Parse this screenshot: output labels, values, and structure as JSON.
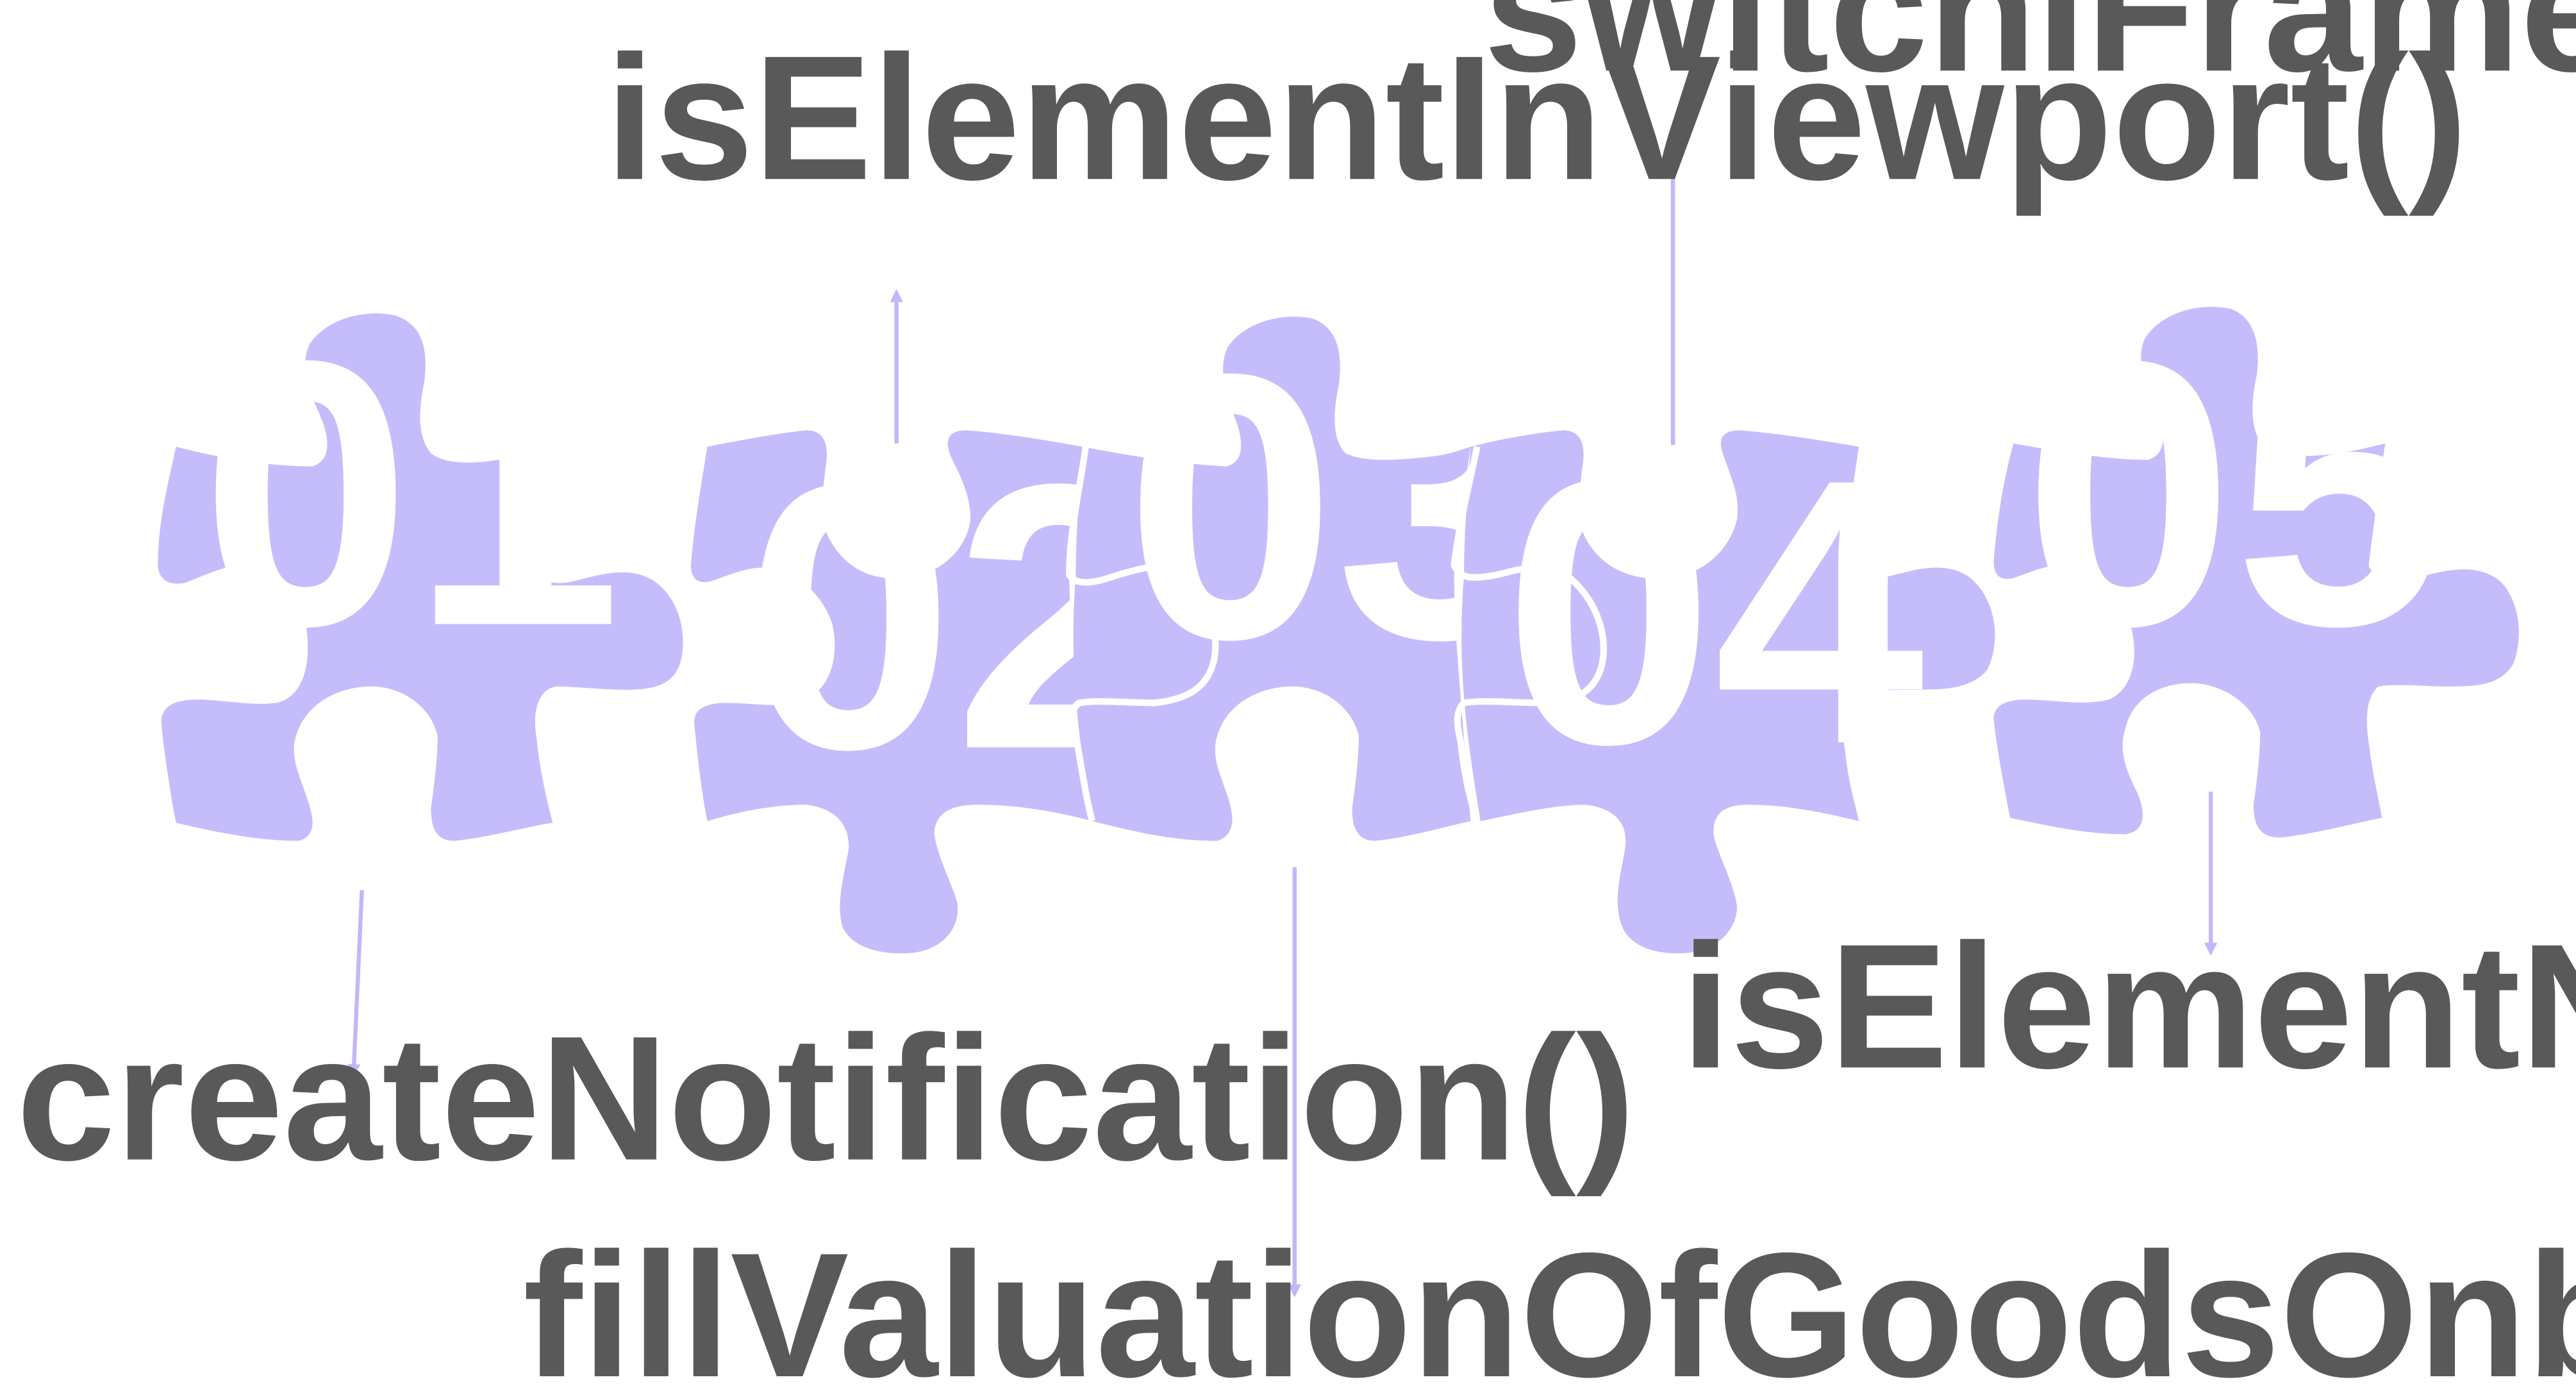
{
  "colors": {
    "piece_fill": "#C5BDFB",
    "piece_text": "#FFFFFF",
    "connector": "#C0B8F8",
    "label_text": "#595959"
  },
  "pieces": [
    {
      "number": "01",
      "label": "createNotification()"
    },
    {
      "number": "02",
      "label": "isElementInViewport()"
    },
    {
      "number": "03",
      "label": "fillValuationOfGoodsOnboardingIndexedDB()"
    },
    {
      "number": "04",
      "label": "switchIFramesUntil()"
    },
    {
      "number": "05",
      "label": "isElementNotInViewport()"
    }
  ]
}
